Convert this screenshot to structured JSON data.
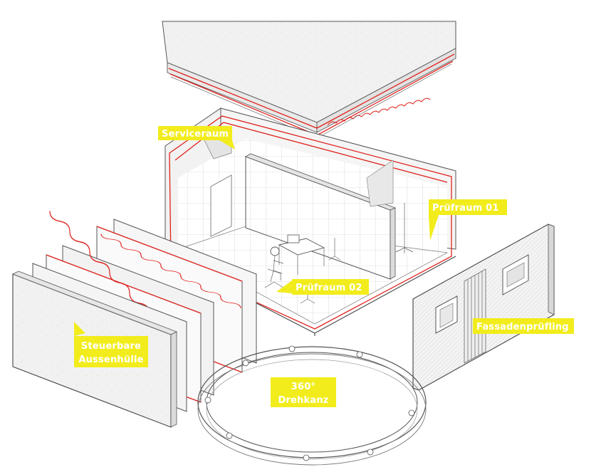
{
  "labels": {
    "serviceraum": "Serviceraum",
    "pruefraum01": "Prüfraum 01",
    "pruefraum02": "Prüfraum 02",
    "fassade": "Fassadenprüfling",
    "huelle_line1": "Steuerbare",
    "huelle_line2": "Aussenhülle",
    "kranz_line1": "360°",
    "kranz_line2": "Drehkanz"
  },
  "colors": {
    "label_fill": "#f2ec1c",
    "label_text": "#ffffff",
    "heating_red": "#e0221c",
    "line_dark": "#444444",
    "panel_fill": "#f4f4f4"
  }
}
